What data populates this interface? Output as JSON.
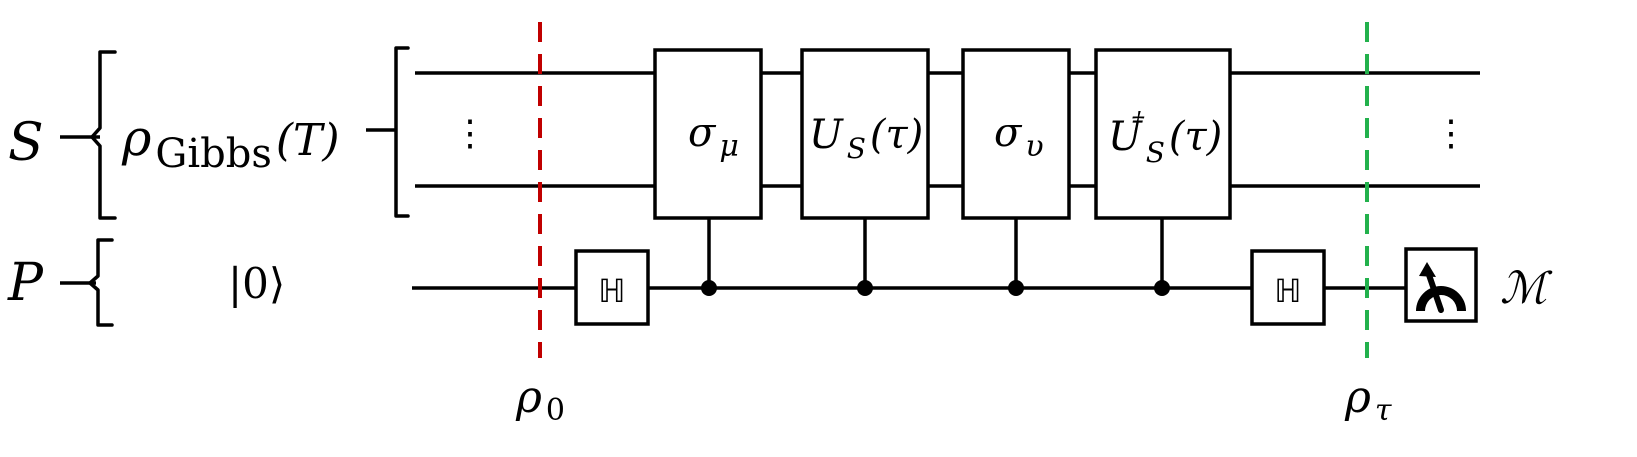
{
  "registers": {
    "system": {
      "label": "S",
      "state_symbol": "ρ",
      "state_subscript": "Gibbs",
      "state_arg": "(T)"
    },
    "probe": {
      "label": "P",
      "state": "|0⟩"
    }
  },
  "ellipsis": "⋮",
  "gates": {
    "hadamard_1": "ℍ",
    "sigma_mu": {
      "base": "σ",
      "sub": "μ"
    },
    "u_s": {
      "base": "U",
      "sub": "S",
      "arg": "(τ)"
    },
    "sigma_nu": {
      "base": "σ",
      "sub": "υ"
    },
    "u_s_dagger": {
      "base": "U",
      "sup": "†",
      "sub": "S",
      "arg": "(τ)"
    },
    "hadamard_2": "ℍ",
    "measurement_label": "ℳ"
  },
  "markers": {
    "initial": {
      "base": "ρ",
      "sub": "0",
      "color": "#c00000"
    },
    "final": {
      "base": "ρ",
      "sub": "τ",
      "color": "#22b14c"
    }
  }
}
